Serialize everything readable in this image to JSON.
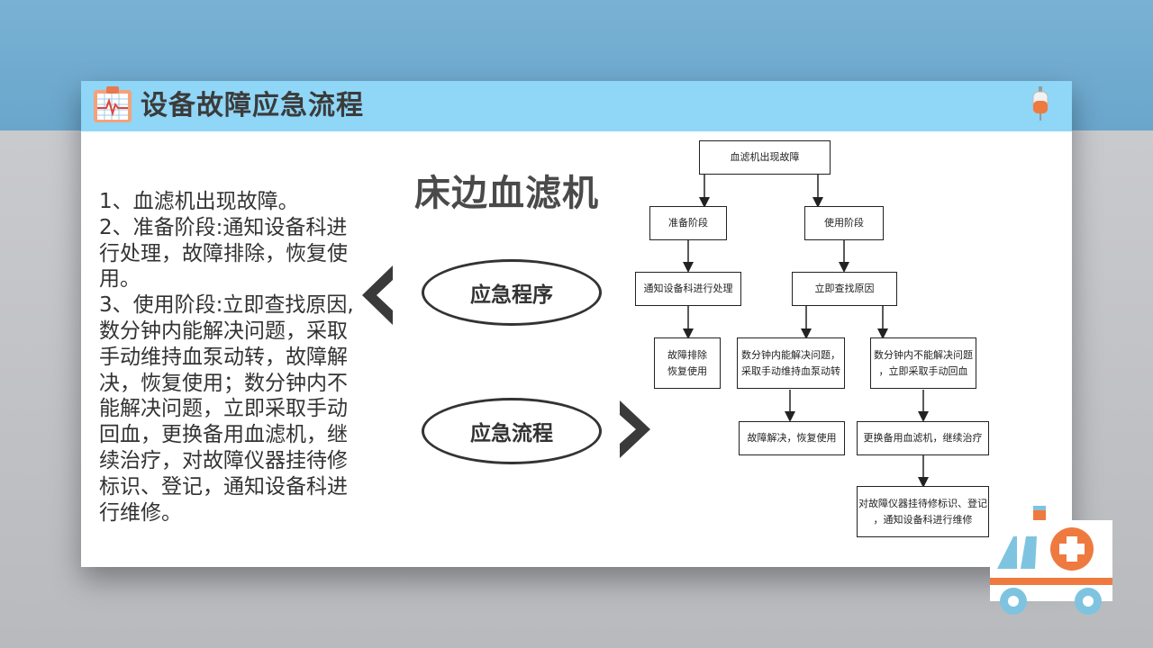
{
  "header": {
    "title": "设备故障应急流程",
    "icons": [
      "clipboard-ecg-icon",
      "iv-bag-icon"
    ]
  },
  "left_text": {
    "lines": [
      "1、血滤机出现故障。",
      "2、准备阶段:通知设备科进行处理，故障排除，恢复使用。",
      "3、使用阶段:立即查找原因,数分钟内能解决问题，采取手动维持血泵动转，故障解决，恢复使用；数分钟内不能解决问题，立即采取手动回血，更换备用血滤机，继续治疗，对故障仪器挂待修标识、登记，通知设备科进行维修。"
    ]
  },
  "center": {
    "heading": "床边血滤机",
    "ellipse_1": "应急程序",
    "ellipse_2": "应急流程"
  },
  "flowchart": {
    "root": "血滤机出现故障",
    "prep_stage": "准备阶段",
    "use_stage": "使用阶段",
    "notify": "通知设备科进行处理",
    "find_cause": "立即查找原因",
    "fixed_1": "故障排除",
    "fixed_2": "恢复使用",
    "solvable_1": "数分钟内能解决问题，",
    "solvable_2": "采取手动维持血泵动转",
    "unsolvable_1": "数分钟内不能解决问题",
    "unsolvable_2": "，立即采取手动回血",
    "resolved": "故障解决，恢复使用",
    "replace": "更换备用血滤机，继续治疗",
    "register_1": "对故障仪器挂待修标识、登记",
    "register_2": "，通知设备科进行维修"
  },
  "colors": {
    "title_bar": "#8fd6f7",
    "background_top": "#78b1d3",
    "background_bottom": "#c9cace"
  }
}
